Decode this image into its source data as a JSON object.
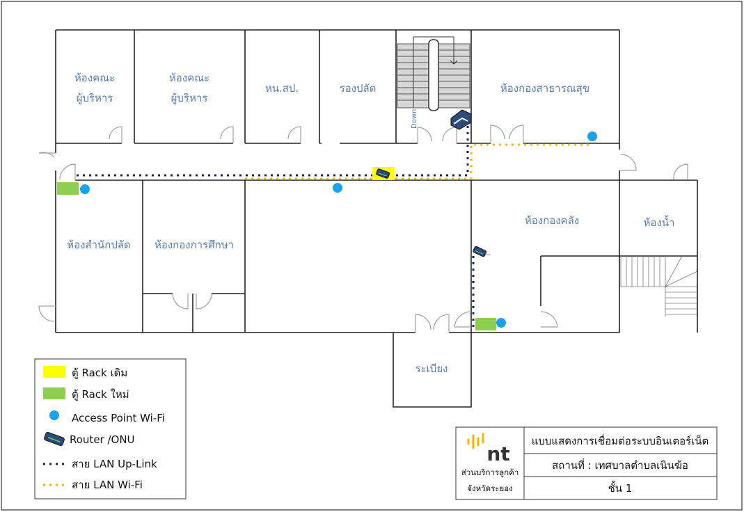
{
  "rooms": {
    "exec1": [
      "ห้องคณะ",
      "ผู้บริหาร"
    ],
    "exec2": [
      "ห้องคณะ",
      "ผู้บริหาร"
    ],
    "head": "หน.สป.",
    "deputy": "รองปลัด",
    "health": "ห้องกองสาธารณสุข",
    "clerk": "ห้องสำนักปลัด",
    "education": "ห้องกองการศึกษา",
    "finance": "ห้องกองคลัง",
    "toilet": "ห้องน้ำ",
    "porch": "ระเบียง",
    "stairs_label": "Down"
  },
  "legend": {
    "old_rack": "ตู้ Rack เดิม",
    "new_rack": "ตู้ Rack ใหม่",
    "ap": "Access Point Wi-Fi",
    "router": "Router /ONU",
    "uplink": "สาย LAN Up-Link",
    "wifi": "สาย LAN Wi-Fi"
  },
  "title_block": {
    "logo": "nt",
    "org_line1": "ส่วนบริการลูกค้า",
    "org_line2": "จังหวัดระยอง",
    "title": "แบบแสดงการเชื่อมต่อระบบอินเตอร์เน็ต",
    "location": "สถานที่ : เทศบาลตำบลเนินฆ้อ",
    "floor": "ชั้น 1"
  },
  "colors": {
    "old_rack": "#ffff00",
    "new_rack": "#8fcf4f",
    "ap": "#1aa3e8",
    "uplink": "#1b2456",
    "wifi": "#f2b51c"
  }
}
